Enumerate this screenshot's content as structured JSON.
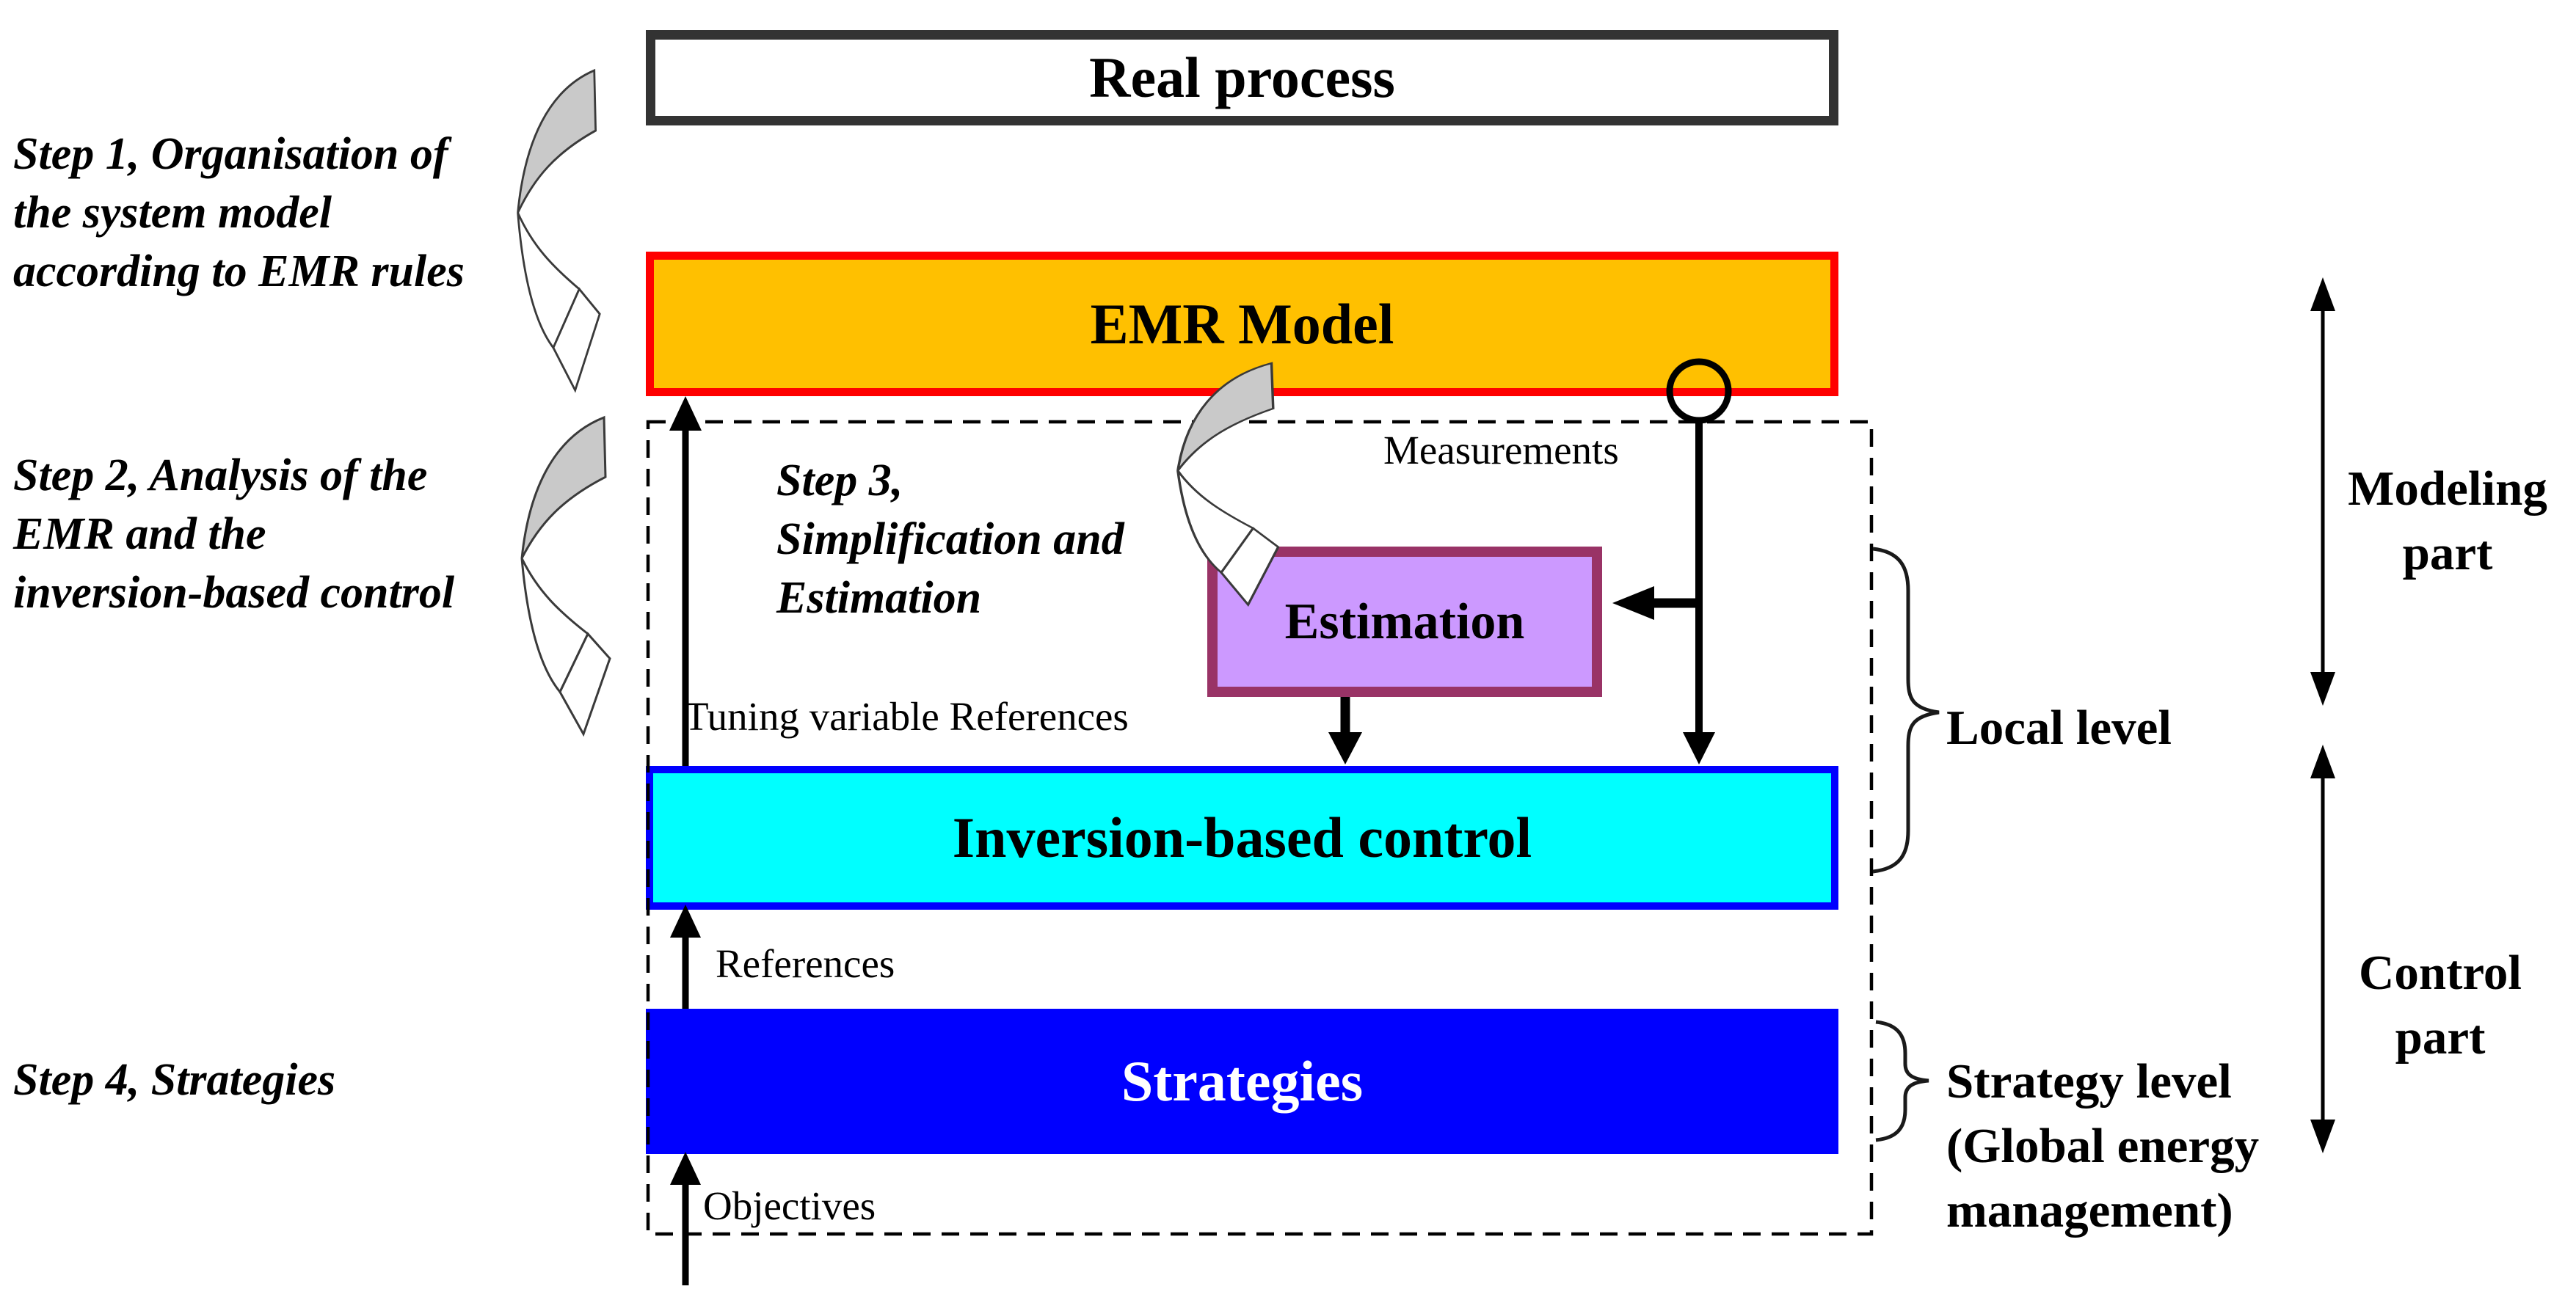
{
  "boxes": {
    "real_process": "Real process",
    "emr_model": "EMR Model",
    "estimation": "Estimation",
    "inversion": "Inversion-based control",
    "strategies": "Strategies"
  },
  "steps": {
    "step1": {
      "lines": [
        "Step 1, Organisation of",
        "the system model",
        "according to EMR rules"
      ]
    },
    "step2": {
      "lines": [
        "Step 2, Analysis of the",
        "EMR and the",
        "inversion-based control"
      ]
    },
    "step3": {
      "lines": [
        "Step 3,",
        "Simplification and",
        "Estimation"
      ]
    },
    "step4": {
      "line": "Step 4, Strategies"
    }
  },
  "flow_labels": {
    "measurements": "Measurements",
    "tuning": "Tuning variable References",
    "references": "References",
    "objectives": "Objectives"
  },
  "right_labels": {
    "modeling_lines": [
      "Modeling",
      "part"
    ],
    "control_lines": [
      "Control",
      "part"
    ],
    "local_level": "Local level",
    "strategy_lines": [
      "Strategy level",
      "(Global energy",
      "management)"
    ]
  },
  "colors": {
    "real_border": "#333333",
    "emr_fill": "#FFC000",
    "emr_border": "#FF0000",
    "estimation_fill": "#CC99FF",
    "estimation_border": "#993366",
    "inversion_fill": "#00FFFF",
    "inversion_border": "#0000FF",
    "strategies_fill": "#0000FF",
    "strategies_text": "#FFFFFF",
    "swoosh_gray": "#C9C9C9",
    "line_color": "#000000"
  }
}
